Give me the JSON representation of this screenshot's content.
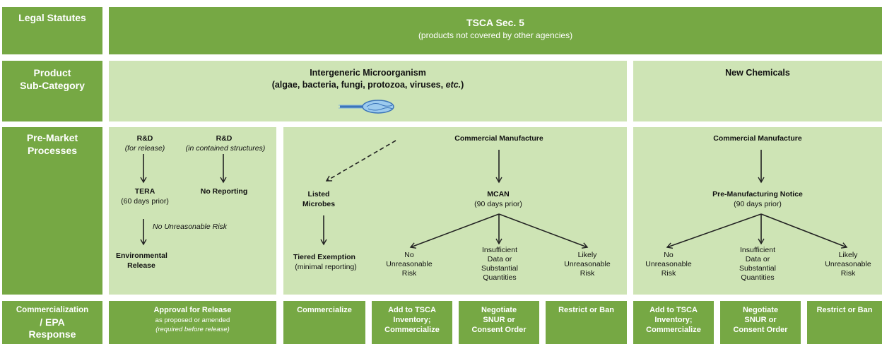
{
  "rows": {
    "legal": "Legal Statutes",
    "product_1": "Product",
    "product_2": "Sub-Category",
    "premarket_1": "Pre-Market",
    "premarket_2": "Processes",
    "commercial_1": "Commercialization",
    "commercial_2": "/ EPA",
    "commercial_3": "Response"
  },
  "statute": {
    "title": "TSCA Sec. 5",
    "subtitle": "(products not covered by other agencies)"
  },
  "subcategory": {
    "microorganism_title": "Intergeneric Microorganism",
    "microorganism_sub_1": "(algae, bacteria, fungi, protozoa, viruses, ",
    "microorganism_sub_etc": "etc.",
    "microorganism_sub_2": ")",
    "new_chemicals": "New Chemicals",
    "microbe_icon": "microbe-icon"
  },
  "rnd": {
    "release_title": "R&D",
    "release_note": "(for release)",
    "contained_title": "R&D",
    "contained_note": "(in contained structures)",
    "tera": "TERA",
    "tera_note": "(60 days prior)",
    "no_reporting": "No Reporting",
    "no_risk_note": "No Unreasonable Risk",
    "env_release_1": "Environmental",
    "env_release_2": "Release"
  },
  "micro_commercial": {
    "title": "Commercial Manufacture",
    "listed_1": "Listed",
    "listed_2": "Microbes",
    "tiered": "Tiered Exemption",
    "tiered_note": "(minimal reporting)",
    "mcan": "MCAN",
    "mcan_note": "(90 days prior)",
    "outcome_no": [
      "No",
      "Unreasonable",
      "Risk"
    ],
    "outcome_insufficient": [
      "Insufficient",
      "Data or",
      "Substantial",
      "Quantities"
    ],
    "outcome_likely": [
      "Likely",
      "Unreasonable",
      "Risk"
    ]
  },
  "chem_commercial": {
    "title": "Commercial Manufacture",
    "pmn": "Pre-Manufacturing Notice",
    "pmn_note": "(90 days prior)",
    "outcome_no": [
      "No",
      "Unreasonable",
      "Risk"
    ],
    "outcome_insufficient": [
      "Insufficient",
      "Data or",
      "Substantial",
      "Quantities"
    ],
    "outcome_likely": [
      "Likely",
      "Unreasonable",
      "Risk"
    ]
  },
  "responses": {
    "approval_title": "Approval for Release",
    "approval_sub": "as proposed or amended",
    "approval_note": "(required before release)",
    "commercialize": "Commercialize",
    "add_tsca_1": [
      "Add to TSCA",
      "Inventory;",
      "Commercialize"
    ],
    "negotiate_1": [
      "Negotiate",
      "SNUR or",
      "Consent Order"
    ],
    "restrict_1": "Restrict  or Ban",
    "add_tsca_2": [
      "Add to TSCA",
      "Inventory;",
      "Commercialize"
    ],
    "negotiate_2": [
      "Negotiate",
      "SNUR or",
      "Consent Order"
    ],
    "restrict_2": "Restrict  or Ban"
  },
  "colors": {
    "dark_green": "#76a844",
    "light_green": "#cee4b5"
  }
}
